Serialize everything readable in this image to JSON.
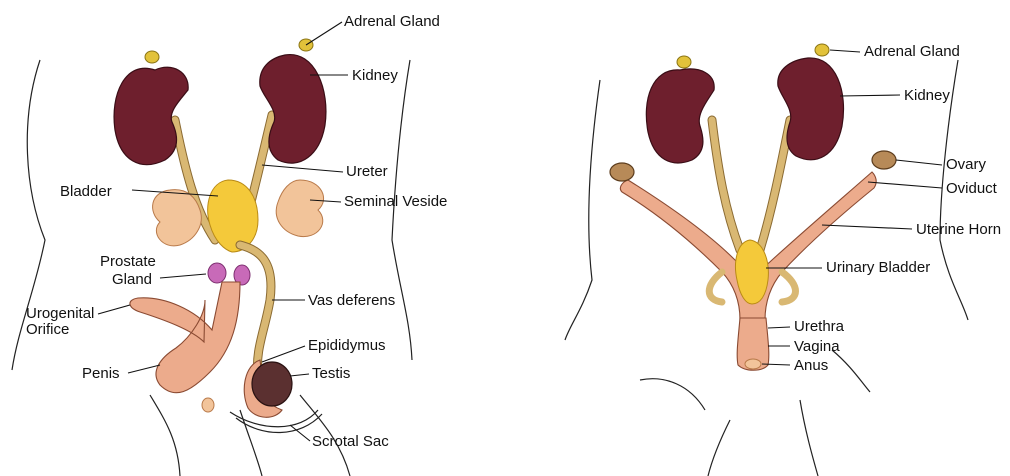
{
  "male": {
    "labels": {
      "adrenal": "Adrenal Gland",
      "kidney": "Kidney",
      "ureter": "Ureter",
      "bladder": "Bladder",
      "seminal": "Seminal Veside",
      "prostate_1": "Prostate",
      "prostate_2": "Gland",
      "vas": "Vas deferens",
      "urogenital_1": "Urogenital",
      "urogenital_2": "Orifice",
      "epididymus": "Epididymus",
      "penis": "Penis",
      "testis": "Testis",
      "scrotal": "Scrotal Sac"
    }
  },
  "female": {
    "labels": {
      "adrenal": "Adrenal Gland",
      "kidney": "Kidney",
      "ovary": "Ovary",
      "oviduct": "Oviduct",
      "uterine": "Uterine Horn",
      "bladder": "Urinary Bladder",
      "urethra": "Urethra",
      "vagina": "Vagina",
      "anus": "Anus"
    }
  }
}
